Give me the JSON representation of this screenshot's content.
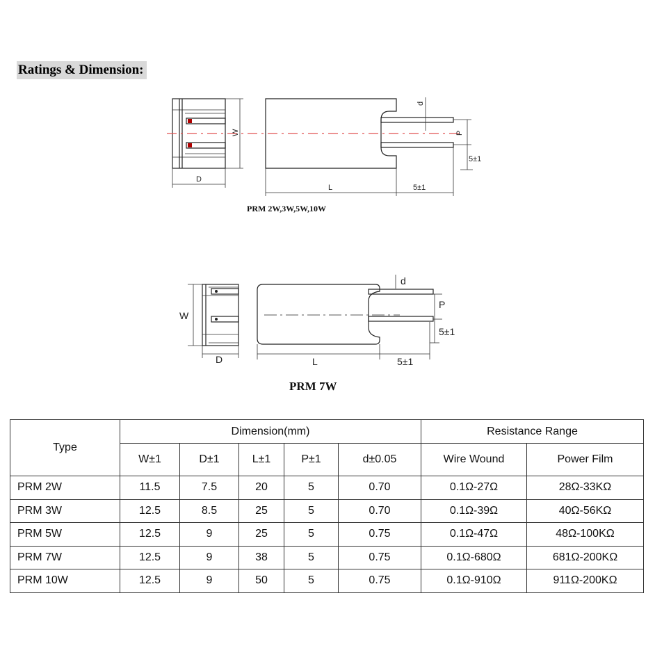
{
  "heading": "Ratings & Dimension:",
  "diagram1": {
    "caption": "PRM 2W,3W,5W,10W",
    "labels": {
      "W": "W",
      "D": "D",
      "L": "L",
      "d": "d",
      "P": "P",
      "lead_lower": "5±1",
      "lead_right": "5±1"
    }
  },
  "diagram2": {
    "caption": "PRM 7W",
    "labels": {
      "W": "W",
      "D": "D",
      "L": "L",
      "d": "d",
      "P": "P",
      "lead_lower": "5±1",
      "lead_right": "5±1"
    }
  },
  "table": {
    "type_header": "Type",
    "dimension_header": "Dimension(mm)",
    "resistance_header": "Resistance Range",
    "dim_columns": [
      "W±1",
      "D±1",
      "L±1",
      "P±1",
      "d±0.05"
    ],
    "res_columns": [
      "Wire Wound",
      "Power Film"
    ],
    "rows": [
      {
        "type": "PRM 2W",
        "W": "11.5",
        "D": "7.5",
        "L": "20",
        "P": "5",
        "d": "0.70",
        "wire": "0.1Ω-27Ω",
        "film": "28Ω-33KΩ"
      },
      {
        "type": "PRM 3W",
        "W": "12.5",
        "D": "8.5",
        "L": "25",
        "P": "5",
        "d": "0.70",
        "wire": "0.1Ω-39Ω",
        "film": "40Ω-56KΩ"
      },
      {
        "type": "PRM 5W",
        "W": "12.5",
        "D": "9",
        "L": "25",
        "P": "5",
        "d": "0.75",
        "wire": "0.1Ω-47Ω",
        "film": "48Ω-100KΩ"
      },
      {
        "type": "PRM 7W",
        "W": "12.5",
        "D": "9",
        "L": "38",
        "P": "5",
        "d": "0.75",
        "wire": "0.1Ω-680Ω",
        "film": "681Ω-200KΩ"
      },
      {
        "type": "PRM 10W",
        "W": "12.5",
        "D": "9",
        "L": "50",
        "P": "5",
        "d": "0.75",
        "wire": "0.1Ω-910Ω",
        "film": "911Ω-200KΩ"
      }
    ]
  }
}
